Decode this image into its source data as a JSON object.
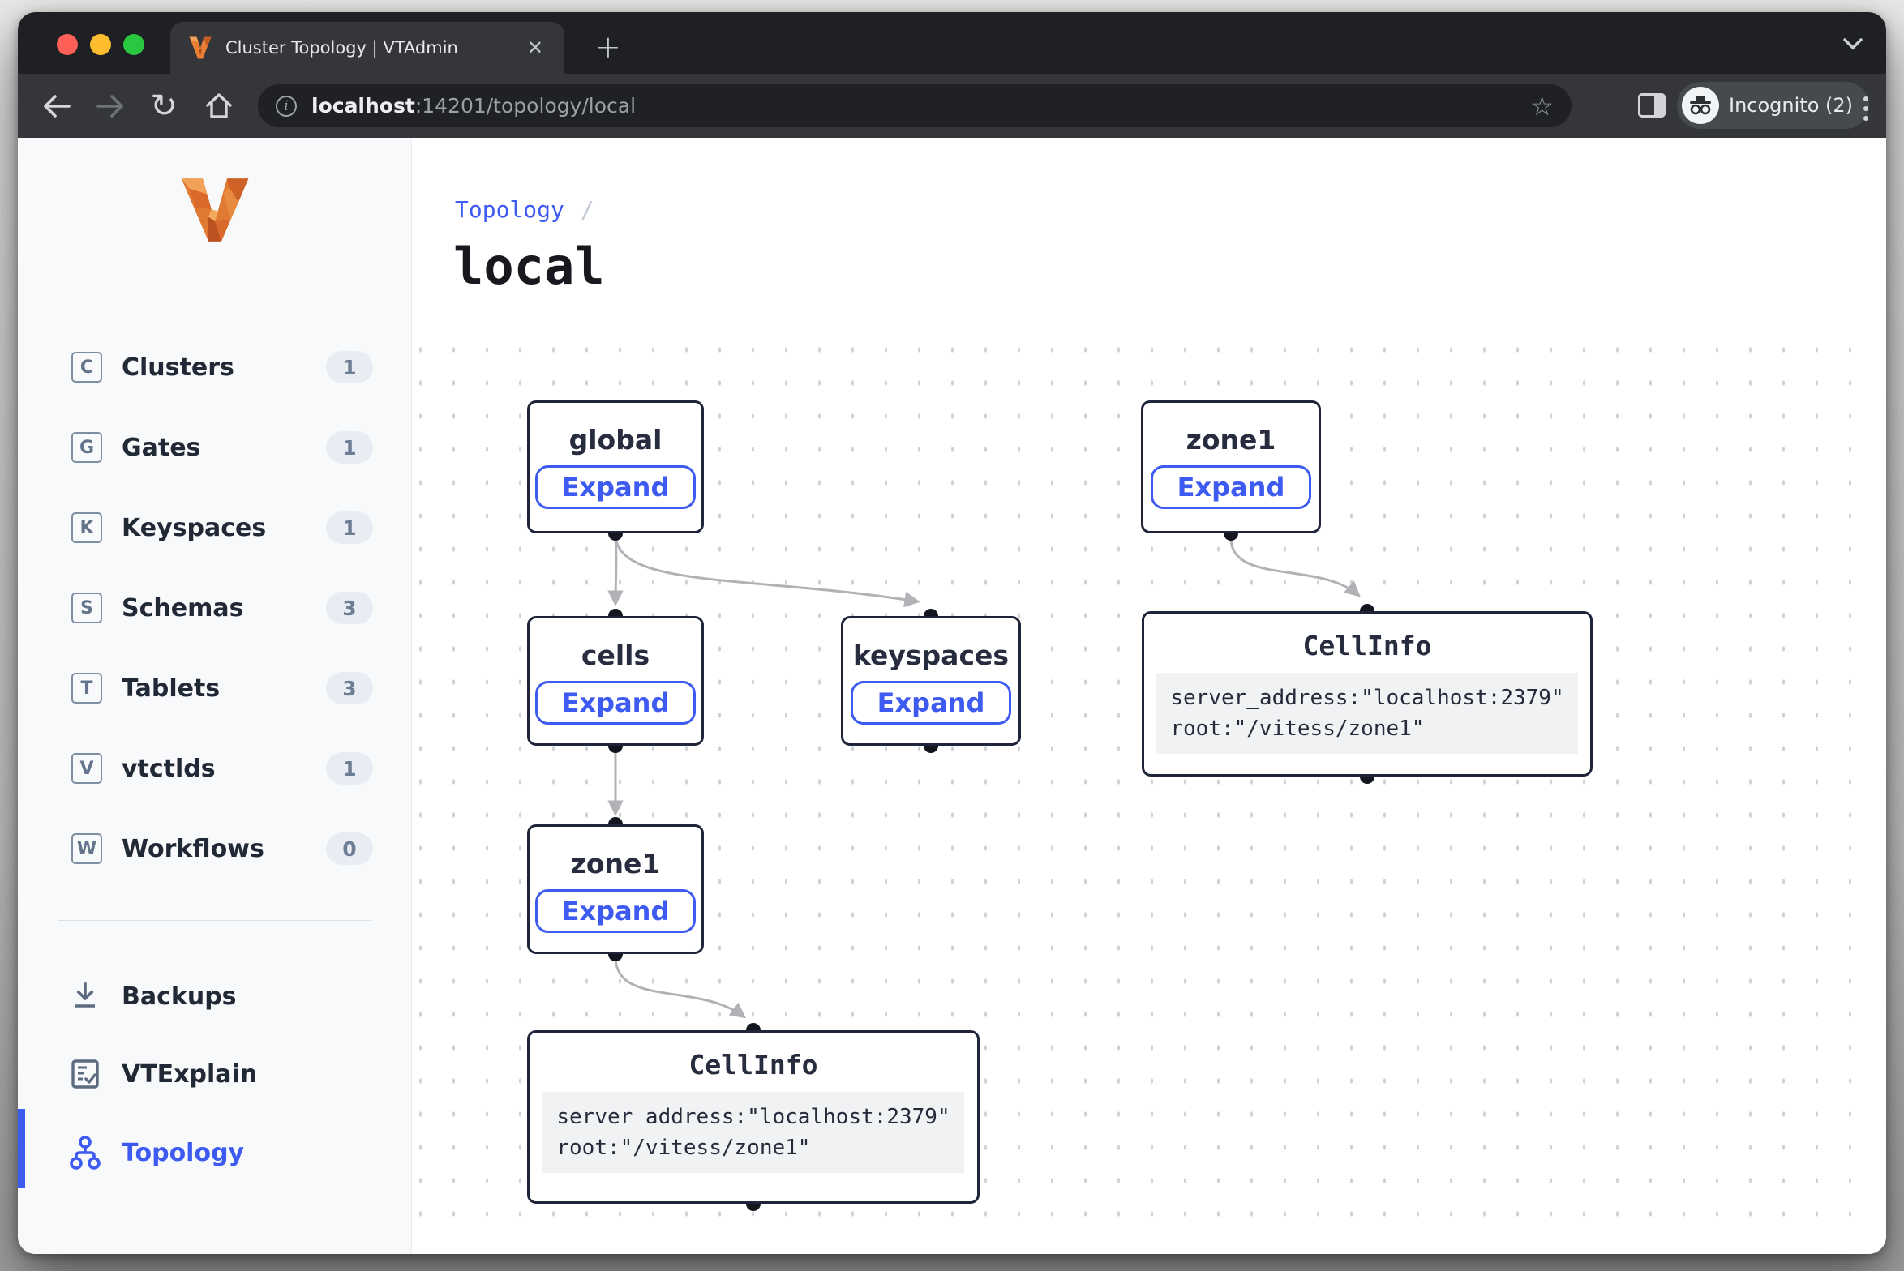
{
  "browser": {
    "tab_title": "Cluster Topology | VTAdmin",
    "new_tab_glyph": "+",
    "close_glyph": "✕",
    "url_host": "localhost",
    "url_rest": ":14201/topology/local",
    "incognito_label": "Incognito (2)",
    "star_glyph": "☆",
    "reload_glyph": "↻"
  },
  "sidebar": {
    "items": [
      {
        "letter": "C",
        "label": "Clusters",
        "count": "1"
      },
      {
        "letter": "G",
        "label": "Gates",
        "count": "1"
      },
      {
        "letter": "K",
        "label": "Keyspaces",
        "count": "1"
      },
      {
        "letter": "S",
        "label": "Schemas",
        "count": "3"
      },
      {
        "letter": "T",
        "label": "Tablets",
        "count": "3"
      },
      {
        "letter": "V",
        "label": "vtctlds",
        "count": "1"
      },
      {
        "letter": "W",
        "label": "Workflows",
        "count": "0"
      }
    ],
    "footer_items": [
      {
        "label": "Backups"
      },
      {
        "label": "VTExplain"
      },
      {
        "label": "Topology"
      }
    ]
  },
  "page": {
    "breadcrumb": "Topology",
    "breadcrumb_sep": "/",
    "title": "local"
  },
  "graph": {
    "expand_label": "Expand",
    "nodes": [
      {
        "title": "global"
      },
      {
        "title": "zone1"
      },
      {
        "title": "cells"
      },
      {
        "title": "keyspaces"
      },
      {
        "title": "zone1"
      },
      {
        "title": "CellInfo",
        "lines": {
          "0": "server_address:\"localhost:2379\"",
          "1": "root:\"/vitess/zone1\""
        }
      },
      {
        "title": "CellInfo",
        "lines": {
          "0": "server_address:\"localhost:2379\"",
          "1": "root:\"/vitess/zone1\""
        }
      }
    ]
  },
  "colors": {
    "accent_blue": "#3d5af1",
    "node_border": "#20243a",
    "edge_gray": "#b1b1b6",
    "sidebar_bg": "#f8f9fb",
    "chrome_dark": "#1f2023",
    "chrome_toolbar": "#35363a"
  }
}
